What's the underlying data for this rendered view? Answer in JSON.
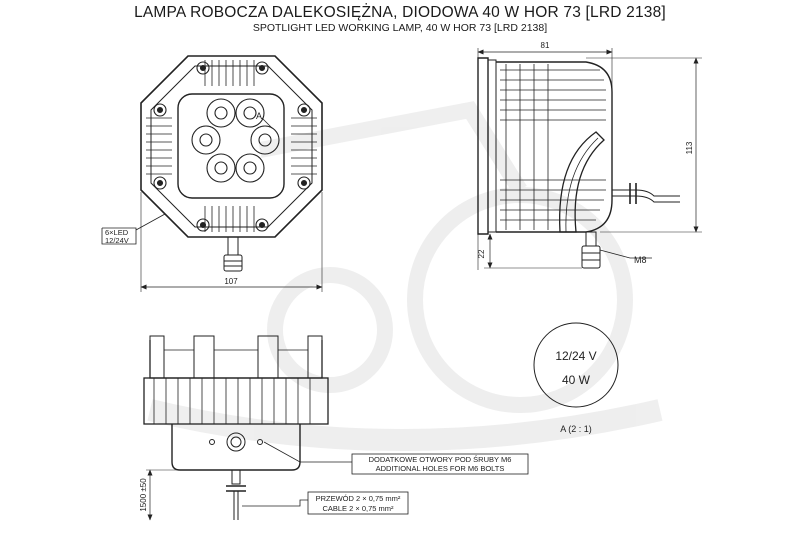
{
  "title_pl": "LAMPA ROBOCZA DALEKOSIĘŻNA, DIODOWA 40 W HOR 73 [LRD 2138]",
  "title_en": "SPOTLIGHT LED WORKING LAMP, 40 W HOR 73 [LRD 2138]",
  "front_view": {
    "led_line1": "6×LED",
    "led_line2": "12/24V",
    "width_dim": "107",
    "detail_marker": "A"
  },
  "side_view": {
    "width_dim": "81",
    "height_dim": "113",
    "bracket_dim": "22",
    "bolt_label": "M8"
  },
  "detail": {
    "voltage": "12/24 V",
    "power": "40 W",
    "caption": "A (2 : 1)"
  },
  "bottom_view": {
    "holes_pl": "DODATKOWE OTWORY POD ŚRUBY M6",
    "holes_en": "ADDITIONAL HOLES FOR M6 BOLTS",
    "cable_pl": "PRZEWÓD 2 × 0,75 mm²",
    "cable_en": "CABLE 2 × 0,75 mm²",
    "cable_length": "1500 ±50"
  }
}
